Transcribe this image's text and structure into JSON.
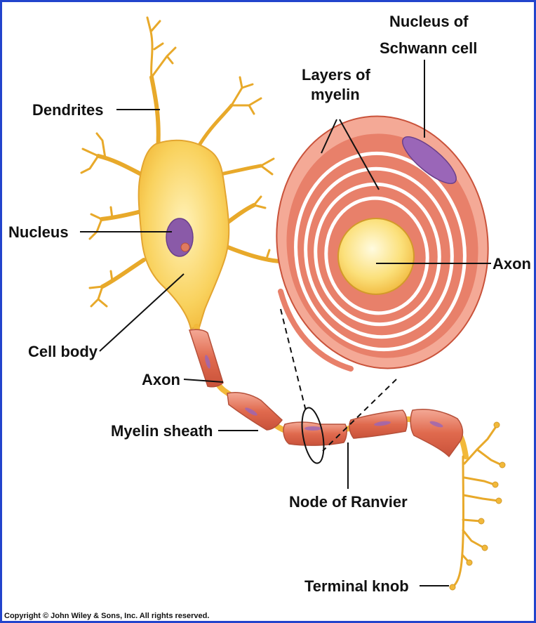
{
  "labels": {
    "dendrites": "Dendrites",
    "nucleus": "Nucleus",
    "cell_body": "Cell body",
    "axon_main": "Axon",
    "myelin_sheath": "Myelin sheath",
    "node_of_ranvier": "Node of Ranvier",
    "terminal_knob": "Terminal knob",
    "layers_of_myelin_line1": "Layers of",
    "layers_of_myelin_line2": "myelin",
    "nucleus_schwann_line1": "Nucleus of",
    "nucleus_schwann_line2": "Schwann cell",
    "axon_cross_section": "Axon"
  },
  "copyright": "Copyright © John Wiley & Sons, Inc. All rights reserved.",
  "colors": {
    "frame": "#2244cc",
    "cell_body": "#f7c94b",
    "cell_body_light": "#fff0b0",
    "dendrite": "#e8a92a",
    "nucleus": "#8a5aa8",
    "nucleolus": "#e07a5f",
    "myelin": "#e8806a",
    "myelin_light": "#f4a996",
    "axon_core": "#f7c94b"
  }
}
